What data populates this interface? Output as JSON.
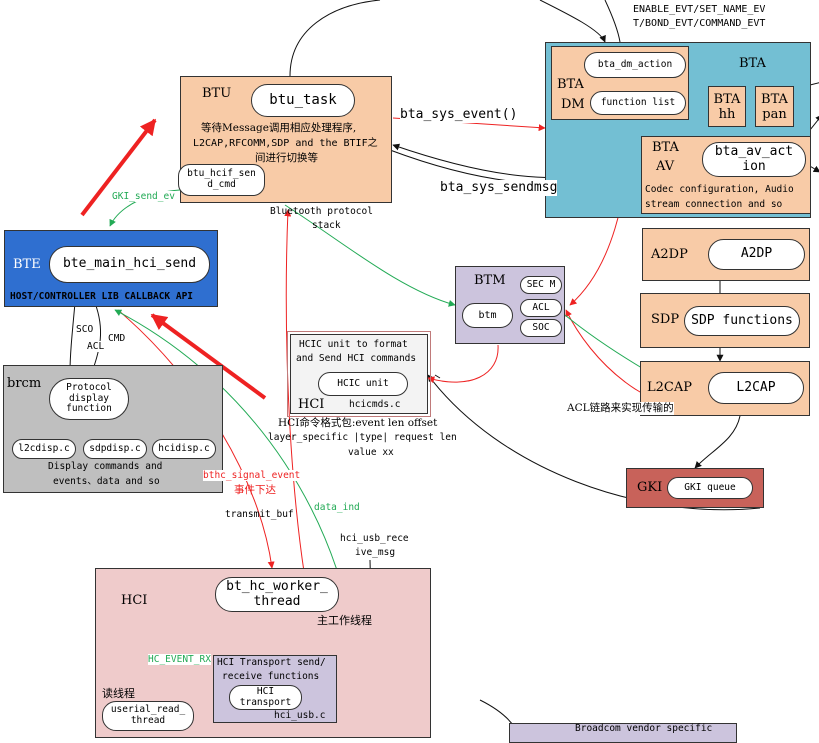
{
  "top_right": {
    "line1": "ENABLE_EVT/SET_NAME_EV",
    "line2": "T/BOND_EVT/COMMAND_EVT"
  },
  "btu": {
    "title": "BTU",
    "task": "btu_task",
    "desc1": "等待Message调用相应处理程序,",
    "desc2": "L2CAP,RFCOMM,SDP and the BTIF之",
    "desc3": "间进行切换等",
    "hcif1": "btu_hcif_sen",
    "hcif2": "d_cmd"
  },
  "bta": {
    "title": "BTA",
    "dm1": "BTA",
    "dm2": "DM",
    "dm_action": "bta_dm_action",
    "function_list": "function list",
    "hh1": "BTA",
    "hh2": "hh",
    "pan1": "BTA",
    "pan2": "pan",
    "av1": "BTA",
    "av2": "AV",
    "av_action1": "bta_av_act",
    "av_action2": "ion",
    "av_desc1": "Codec configuration, Audio",
    "av_desc2": "stream connection and so"
  },
  "a2dp": {
    "label": "A2DP",
    "func": "A2DP"
  },
  "sdp": {
    "label": "SDP",
    "func": "SDP functions"
  },
  "l2cap": {
    "label": "L2CAP",
    "func": "L2CAP"
  },
  "gki": {
    "label": "GKI",
    "queue": "GKI queue"
  },
  "bte": {
    "label": "BTE",
    "func": "bte_main_hci_send",
    "api": "HOST/CONTROLLER LIB CALLBACK API"
  },
  "btm": {
    "label": "BTM",
    "btm": "btm",
    "secm": "SEC M",
    "acl": "ACL",
    "soc": "SOC"
  },
  "hcic": {
    "line1": "HCIC unit to format",
    "line2": "and Send HCI commands",
    "unit": "HCIC unit",
    "label": "HCI",
    "file": "hcicmds.c"
  },
  "brcm": {
    "label": "brcm",
    "proto1": "Protocol",
    "proto2": "display",
    "proto3": "function",
    "f1": "l2cdisp.c",
    "f2": "sdpdisp.c",
    "f3": "hcidisp.c",
    "desc1": "Display commands and",
    "desc2": "events、data and so"
  },
  "hci": {
    "label": "HCI",
    "worker1": "bt_hc_worker_",
    "worker2": "thread",
    "main_thread": "主工作线程",
    "transport1": "HCI Transport send/",
    "transport2": "receive functions",
    "ht1": "HCI",
    "ht2": "transport",
    "file": "hci_usb.c",
    "read_thread": "读线程",
    "usr1": "userial_read_",
    "usr2": "thread"
  },
  "broadcom": {
    "label": "Broadcom vendor specific"
  },
  "labels": {
    "sys_event": "bta_sys_event()",
    "sys_sendmsg": "bta_sys_sendmsg",
    "gki_send": "GKI_send_ev",
    "bt_stack1": "Bluetooth protocol",
    "bt_stack2": "stack",
    "sco": "SCO",
    "acl": "ACL",
    "cmd": "CMD",
    "fmt1": "HCI命令格式包:event len offset",
    "fmt2": "layer_specific |type| request len",
    "fmt3": "value xx",
    "acl_link": "ACL链路来实现传输的",
    "signal1": "bthc_signal_event",
    "signal2": "事件下达",
    "transmit": "transmit_buf",
    "data_ind": "data_ind",
    "usb_recv1": "hci_usb_rece",
    "usb_recv2": "ive_msg",
    "hc_event": "HC_EVENT_RX"
  },
  "colors": {
    "peach": "#f8cba7",
    "teal": "#73bfd3",
    "blue": "#2f6fd0",
    "lavender": "#ccc4dd",
    "grey": "#bfbfbf",
    "pink": "#efcbcb",
    "rose": "#c8625a",
    "red": "#ee2222",
    "green": "#22aa55"
  }
}
